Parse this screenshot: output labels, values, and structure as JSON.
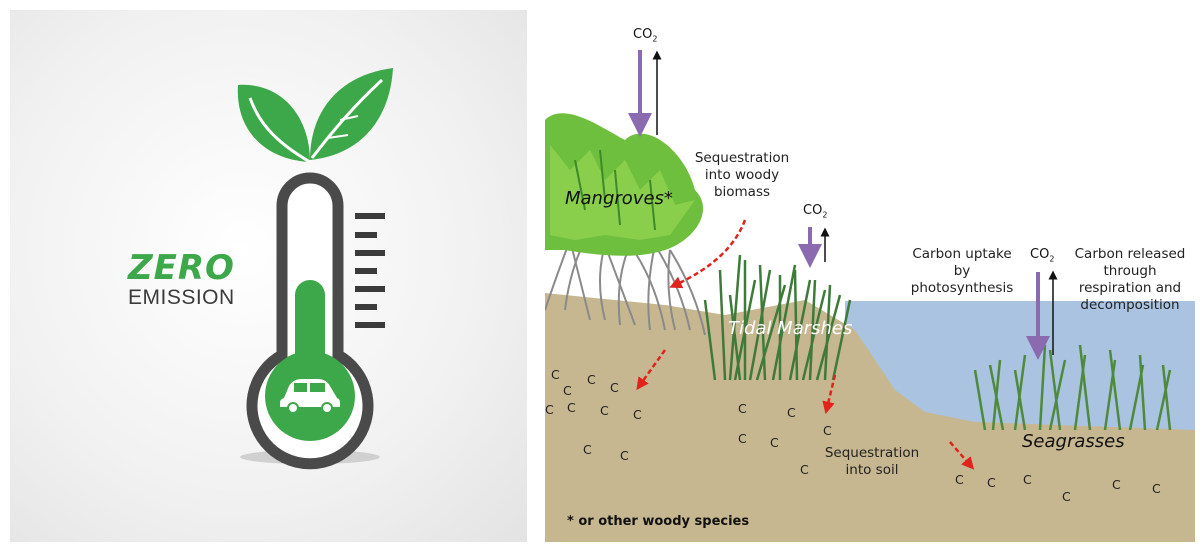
{
  "left_panel": {
    "title_top": "ZERO",
    "title_bottom": "EMISSION",
    "colors": {
      "green": "#3da84a",
      "dark": "#3b3b3b"
    },
    "icons": [
      "leaf-icon",
      "thermometer-icon",
      "car-icon"
    ]
  },
  "right_panel": {
    "labels": {
      "mangroves": "Mangroves",
      "mangroves_star": "*",
      "tidal_marshes": "Tidal Marshes",
      "seagrasses": "Seagrasses",
      "sequestration_woody": "Sequestration into woody biomass",
      "sequestration_soil": "Sequestration into soil",
      "carbon_uptake": "Carbon uptake by photosynthesis",
      "carbon_released": "Carbon released through respiration and decomposition",
      "footnote": "* or other woody species"
    },
    "co2_label": "CO",
    "co2_sub": "2",
    "carbon_symbol": "C",
    "colors": {
      "uptake_arrow": "#8a6bb0",
      "sequestration_arrow": "#e0231c",
      "soil": "#c6b790",
      "water": "#a9c3e0",
      "vegetation": "#4f9a3c"
    }
  }
}
